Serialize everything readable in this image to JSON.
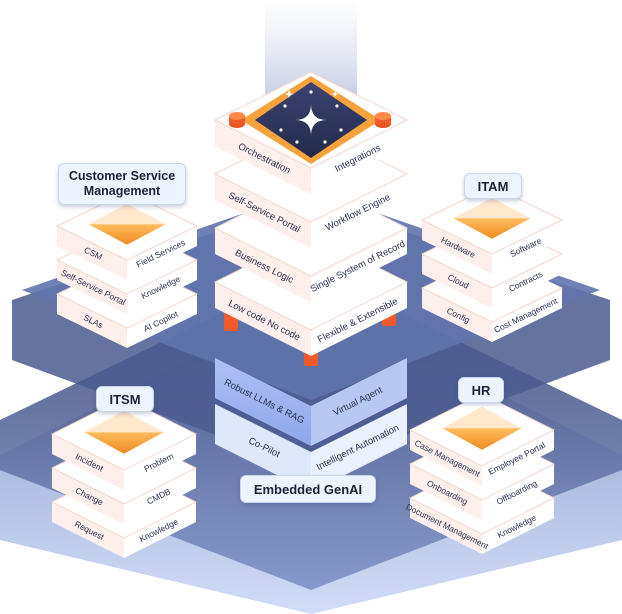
{
  "modules": {
    "csm": {
      "title": "Customer Service Management",
      "rows": [
        [
          "CSM",
          "Field Services"
        ],
        [
          "Self-Service Portal",
          "Knowledge"
        ],
        [
          "SLAs",
          "AI Copilot"
        ]
      ]
    },
    "itam": {
      "title": "ITAM",
      "rows": [
        [
          "Hardware",
          "Software"
        ],
        [
          "Cloud",
          "Contracts"
        ],
        [
          "Config",
          "Cost Management"
        ]
      ]
    },
    "itsm": {
      "title": "ITSM",
      "rows": [
        [
          "Incident",
          "Problem"
        ],
        [
          "Change",
          "CMDB"
        ],
        [
          "Request",
          "Knowledge"
        ]
      ]
    },
    "hr": {
      "title": "HR",
      "rows": [
        [
          "Case Management",
          "Employee Portal"
        ],
        [
          "Onboarding",
          "Offboarding"
        ],
        [
          "Document Management",
          "Knowledge"
        ]
      ]
    },
    "core": {
      "rows": [
        [
          "Orchestration",
          "Integrations"
        ],
        [
          "Self-Service Portal",
          "Workflow Engine"
        ],
        [
          "Business Logic",
          "Single System of Record"
        ],
        [
          "Low code No code",
          "Flexible & Extensible"
        ]
      ],
      "genai_rows": [
        [
          "Robust LLMs & RAG",
          "Virtual Agent"
        ],
        [
          "Co-Pilot",
          "Intelligent Automation"
        ]
      ]
    }
  },
  "center_label": "Embedded GenAI",
  "icons": [
    "sparkle-icon"
  ],
  "colors": {
    "accent_orange": "#f7a23a",
    "genai_blue": "#9fb6f2",
    "platform_blue": "#5a6ea6",
    "slab_white": "#ffffff",
    "slab_side": "#f7d9cf",
    "core_top_dark": "#2f3760"
  }
}
